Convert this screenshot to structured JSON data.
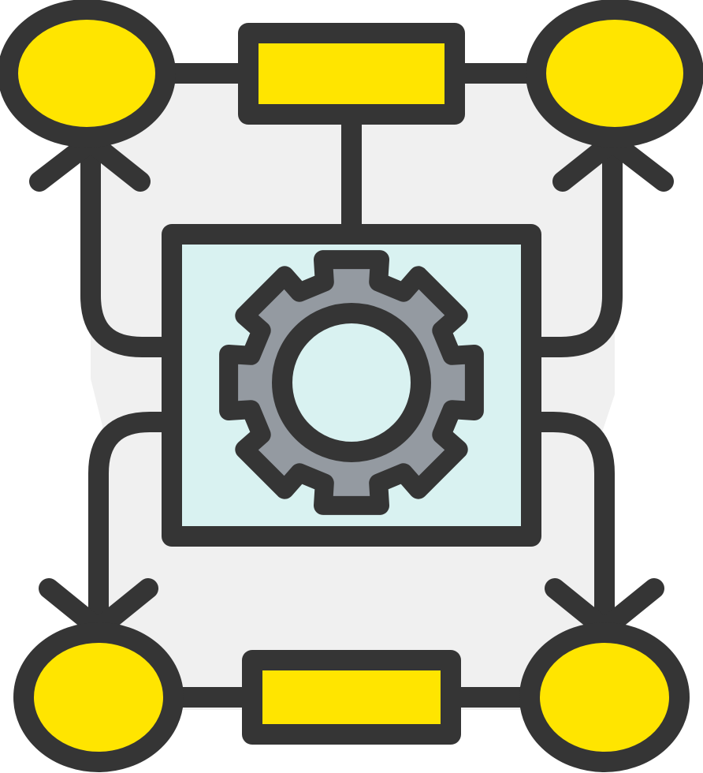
{
  "diagram": {
    "type": "workflow-icon",
    "nodes": [
      {
        "id": "oval-top-left",
        "shape": "ellipse"
      },
      {
        "id": "rect-top",
        "shape": "rectangle"
      },
      {
        "id": "oval-top-right",
        "shape": "ellipse"
      },
      {
        "id": "center-panel",
        "shape": "rectangle",
        "icon": "gear-icon"
      },
      {
        "id": "oval-bottom-left",
        "shape": "ellipse"
      },
      {
        "id": "rect-bottom",
        "shape": "rectangle"
      },
      {
        "id": "oval-bottom-right",
        "shape": "ellipse"
      }
    ],
    "colors": {
      "stroke": "#353535",
      "accent": "#FFE500",
      "background_fill": "#F0F0F0",
      "panel_fill": "#D9F2F1",
      "gear_fill": "#949AA1"
    }
  }
}
